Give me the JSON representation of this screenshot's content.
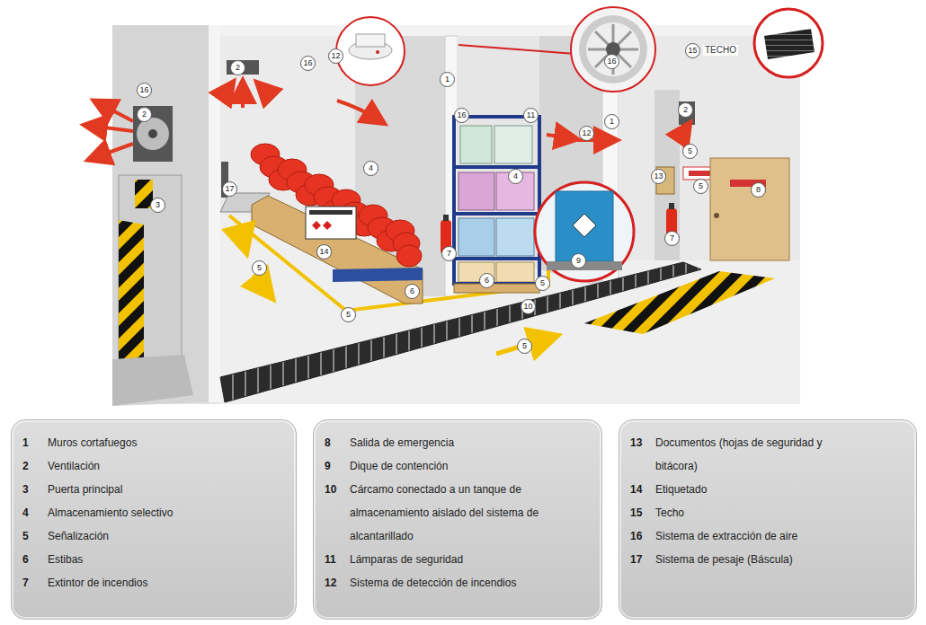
{
  "diagram": {
    "nodes": [
      {
        "text": [
          "1",
          "Muros cortafuegos",
          "2",
          "Ventilación",
          "3",
          "Puerta principal",
          "4",
          "Almacenamiento selectivo",
          "5",
          "Señalización",
          "6",
          "Estibas",
          "7",
          "Extintor de incendios"
        ]
      },
      {
        "text": [
          "8",
          "Salida de emergencia",
          "9",
          "Dique de contención",
          "10",
          "Cárcamo conectado a un tanque de almacenamiento aislado del sistema de alcantarillado",
          "11",
          "Lámparas de seguridad",
          "12",
          "Sistema de detección de incendios"
        ]
      },
      {
        "text": [
          "13",
          "Documentos (hojas de seguridad y bitácora)",
          "14",
          "Etiquetado",
          "15",
          "Techo",
          "16",
          "Sistema de extracción de aire",
          "17",
          "Sistema de pesaje (Báscula)"
        ]
      }
    ],
    "labels": [
      "16",
      "2",
      "3",
      "2",
      "16",
      "12",
      "1",
      "16",
      "11",
      "16",
      "12",
      "1",
      "15",
      "TECHO",
      "2",
      "4",
      "4",
      "17",
      "5",
      "13",
      "5",
      "8",
      "7",
      "7",
      "14",
      "9",
      "5",
      "6",
      "6",
      "5",
      "10",
      "5",
      "5"
    ]
  }
}
